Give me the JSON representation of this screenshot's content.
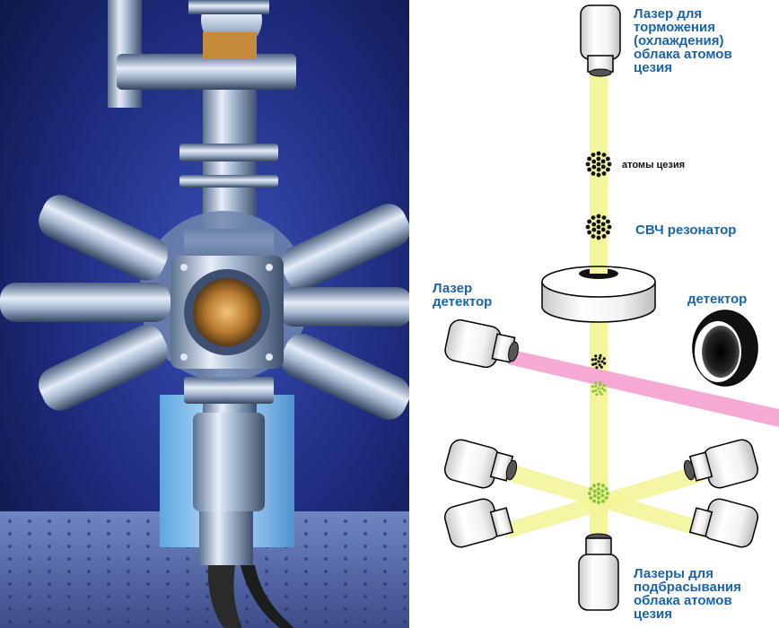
{
  "diagram": {
    "cooling_laser_label": [
      "Лазер для",
      "торможения",
      "(охлаждения)",
      "облака атомов",
      "цезия"
    ],
    "atoms_label": "атомы цезия",
    "microwave_label": "СВЧ резонатор",
    "laser_detector_label": [
      "Лазер",
      "детектор"
    ],
    "detector_label": "детектор",
    "launch_lasers_label": [
      "Лазеры для",
      "подбрасывания",
      "облака атомов",
      "цезия"
    ]
  },
  "colors": {
    "label_blue": "#1b63a7",
    "yellow_beam": "#f4f59a",
    "pink_beam": "#f5a9d3",
    "atom_black": "#111111",
    "atom_green": "#8cc63f"
  }
}
